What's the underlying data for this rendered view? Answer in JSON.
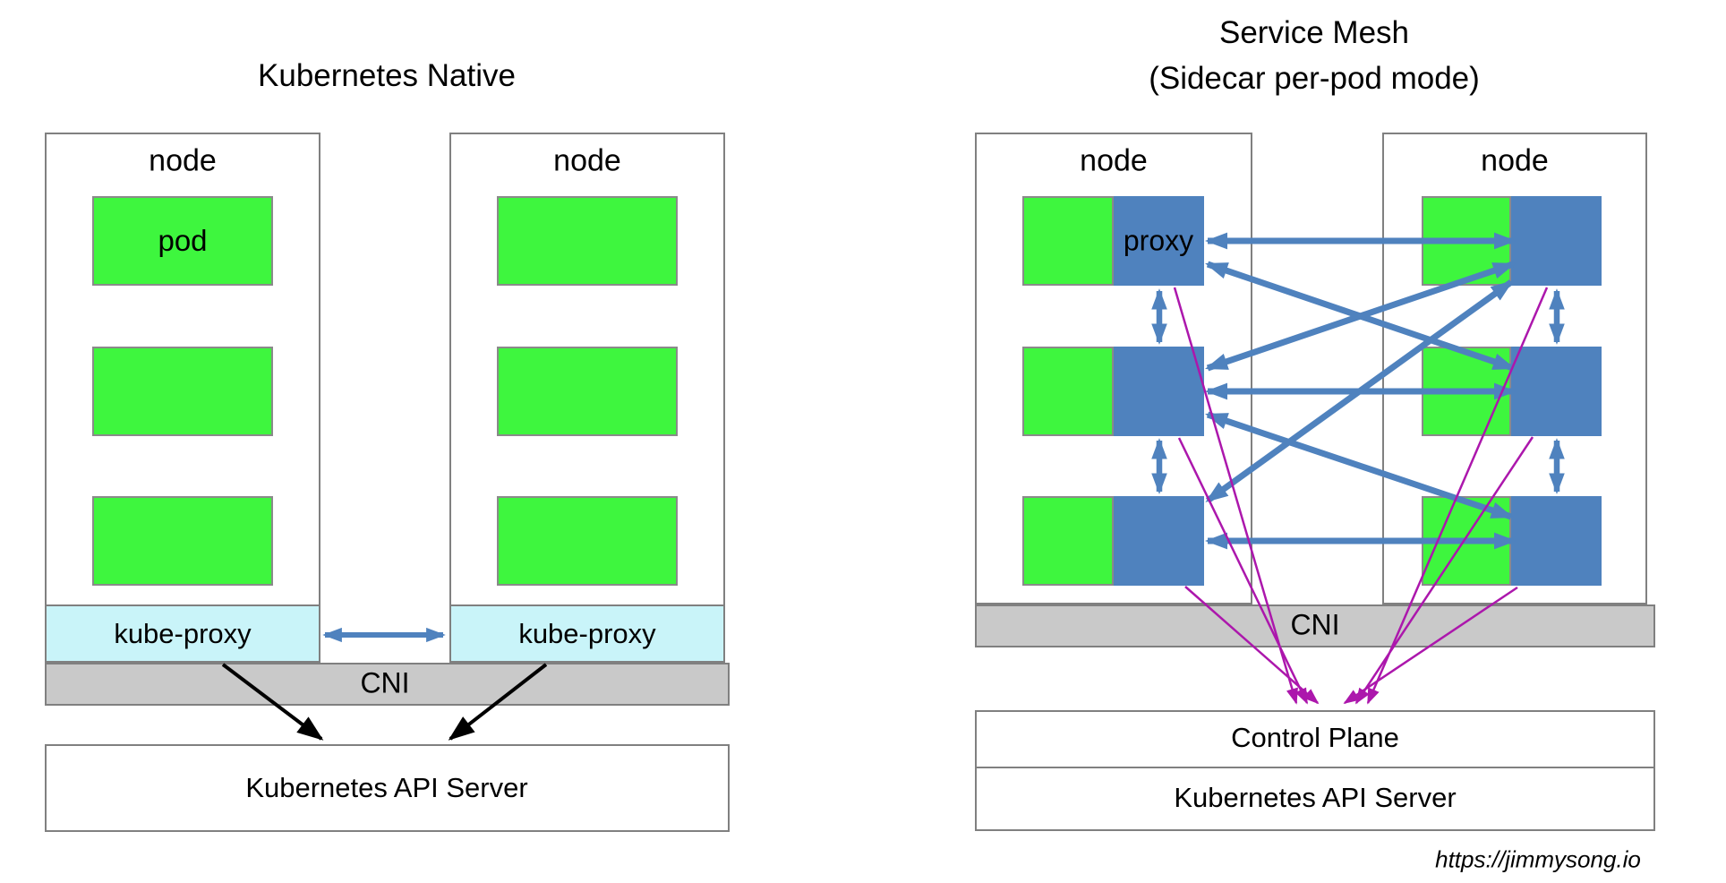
{
  "left": {
    "title": "Kubernetes Native",
    "node1_label": "node",
    "node2_label": "node",
    "pod_label": "pod",
    "kube_proxy1_label": "kube-proxy",
    "kube_proxy2_label": "kube-proxy",
    "cni_label": "CNI",
    "api_server_label": "Kubernetes API Server"
  },
  "right": {
    "title_line1": "Service Mesh",
    "title_line2": "(Sidecar per-pod mode)",
    "node1_label": "node",
    "node2_label": "node",
    "proxy_label": "proxy",
    "cni_label": "CNI",
    "control_plane_label": "Control Plane",
    "api_server_label": "Kubernetes API Server"
  },
  "footer": {
    "credit": "https://jimmysong.io"
  },
  "colors": {
    "pod_green": "#3EF63E",
    "sidecar_blue": "#4F82BE",
    "mesh_arrow_blue": "#4F82BE",
    "kube_proxy_cyan": "#C9F4F9",
    "cni_gray": "#C9C9C9",
    "box_border_gray": "#808080",
    "control_plane_arrow_magenta": "#AC17AC",
    "api_arrow_black": "#000000"
  }
}
